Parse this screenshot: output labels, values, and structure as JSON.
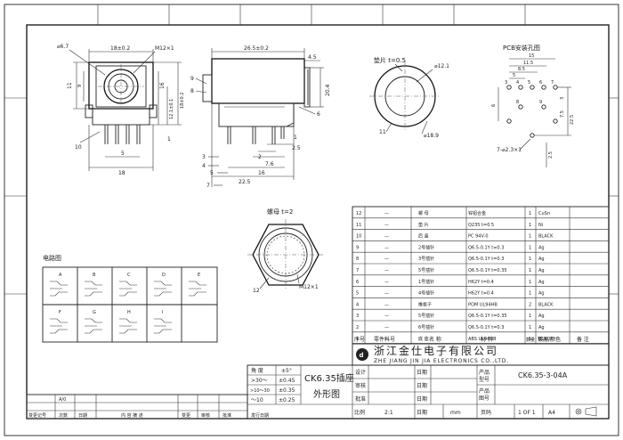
{
  "front_view": {
    "dims": {
      "d1": "⌀6.7",
      "d2": "18±0.2",
      "d3": "M12×1",
      "d4": "11",
      "d5": "9",
      "d6": "16",
      "d7": "12.1±0.1",
      "d8": "18±0.2",
      "d9": "10",
      "d10": "5",
      "d11": "18",
      "d12": "1"
    }
  },
  "side_view": {
    "dims": {
      "l1": "26.5±0.2",
      "l2": "4.5",
      "l3": "20.4",
      "l4": "9",
      "l5": "8",
      "l6": "6",
      "l7": "1",
      "l8": "2.5",
      "l9": "2",
      "l10": "7.6",
      "l11": "16",
      "l12": "22.5",
      "l13": "3",
      "l14": "4",
      "l15": "7",
      "l16": "5"
    }
  },
  "nut_view": {
    "title": "垫片 t=0.5",
    "dims": {
      "a": "⌀12.1",
      "b": "⌀18.9",
      "c": "11"
    }
  },
  "pcb": {
    "title": "PCB安装孔图",
    "dims": {
      "a": "15",
      "b": "11.5",
      "c": "8.5",
      "d": "5",
      "e": "2.5",
      "f": "3",
      "g": "7.5",
      "h": "22.5",
      "i": "6",
      "j": "7",
      "k": "7-⌀2.3×1"
    },
    "pins": [
      "3",
      "4",
      "5",
      "6",
      "7",
      "8",
      "9"
    ]
  },
  "hexnut": {
    "title": "螺母 t=2",
    "dims": {
      "a": "12",
      "b": "M12×1"
    }
  },
  "schematic": {
    "title": "电路图",
    "labels": [
      "A",
      "B",
      "C",
      "D",
      "E",
      "F",
      "G",
      "H",
      "I"
    ]
  },
  "bom": {
    "rows": [
      {
        "no": "12",
        "code": "—",
        "name": "螺  母",
        "material": "锌铝合金",
        "qty": "1",
        "note": "CuSn"
      },
      {
        "no": "11",
        "code": "—",
        "name": "垫  片",
        "material": "Q235  t=0.5",
        "qty": "1",
        "note": "Ni"
      },
      {
        "no": "10",
        "code": "—",
        "name": "后  盖",
        "material": "PC 94V-0",
        "qty": "1",
        "note": "BLACK"
      },
      {
        "no": "9",
        "code": "—",
        "name": "2号插针",
        "material": "Q6.5-0.1Y  t=0.3",
        "qty": "1",
        "note": "Ag"
      },
      {
        "no": "8",
        "code": "—",
        "name": "3号插针",
        "material": "Q6.5-0.1Y  t=0.3",
        "qty": "1",
        "note": "Ag"
      },
      {
        "no": "7",
        "code": "—",
        "name": "5号插针",
        "material": "Q6.5-0.1Y  t=0.35",
        "qty": "1",
        "note": "Ag"
      },
      {
        "no": "6",
        "code": "—",
        "name": "1号插针",
        "material": "H62Y  t=0.4",
        "qty": "1",
        "note": "Ag"
      },
      {
        "no": "5",
        "code": "—",
        "name": "4号插针",
        "material": "H62Y  t=0.4",
        "qty": "1",
        "note": "Ag"
      },
      {
        "no": "4",
        "code": "—",
        "name": "推板子",
        "material": "POM UL94HB",
        "qty": "2",
        "note": "BLACK"
      },
      {
        "no": "3",
        "code": "—",
        "name": "5号插针",
        "material": "Q6.5-0.1Y  t=0.35",
        "qty": "1",
        "note": "Ag"
      },
      {
        "no": "2",
        "code": "—",
        "name": "6号插针",
        "material": "Q6.5-0.1Y  t=0.3",
        "qty": "1",
        "note": "Ag"
      },
      {
        "no": "1",
        "code": "—",
        "name": "底  座",
        "material": "ABS UL94HB",
        "qty": "1",
        "note": "BLACK"
      }
    ],
    "header": {
      "no": "序号",
      "code": "零件料号",
      "name": "名  称",
      "material": "材    料",
      "qty": "数量",
      "note": "镀层/颜色",
      "remark": "备 注"
    }
  },
  "company": {
    "name_cn": "浙江金仕电子有限公司",
    "name_en": "ZHE JIANG JIN JIA ELECTRONICS CO.,LTD."
  },
  "titleblock": {
    "tol": {
      "h1": "角  度",
      "h2": "±5°",
      "r1": ">30～",
      "v1": "±0.45",
      "r2": ">10～30",
      "v2": "±0.35",
      "r3": "～10",
      "v3": "±0.25"
    },
    "product": "CK6.35插座",
    "drawing": "外形图",
    "design": "设计",
    "check": "审核",
    "approve": "批准",
    "date": "日期",
    "scale_lbl": "比例",
    "scale": "2:1",
    "part_lbl": "产品\n型号",
    "part_no": "CK6.35-3-04A",
    "drawing_lbl": "产品\n图号",
    "sheet_lbl": "页码",
    "sheet": "1 OF 1",
    "size": "A4",
    "unit": "mm"
  },
  "revisions": {
    "row1": "A/0",
    "headers": [
      "变更记号",
      "次数",
      "日期",
      "内 容 摘 述",
      "变更",
      "审核",
      "批准",
      "发行日期"
    ]
  }
}
